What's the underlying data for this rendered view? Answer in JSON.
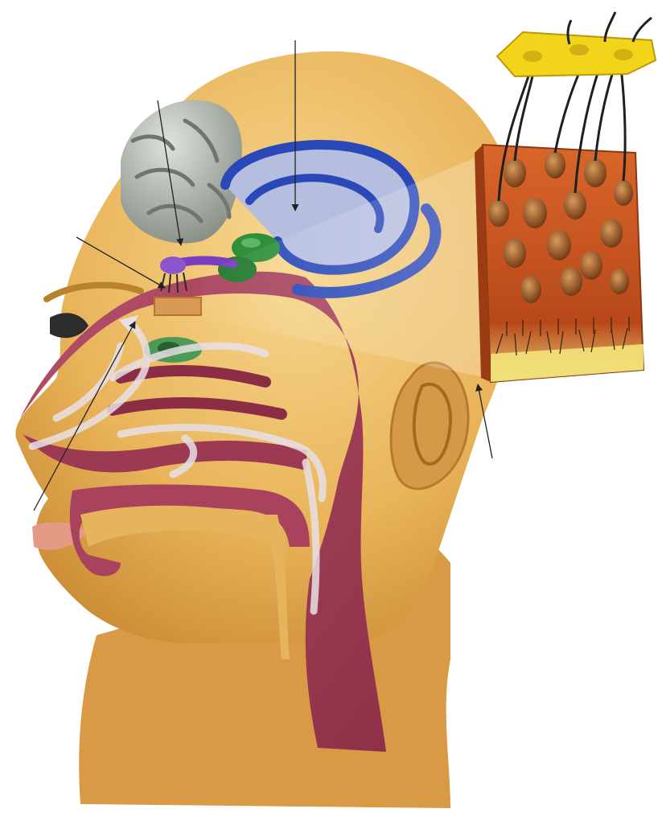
{
  "colors": {
    "background": "#ffffff",
    "skin": "#e9b45a",
    "skin_light": "#f3cf86",
    "skin_shadow": "#c98a34",
    "airway": "#a8425d",
    "airway_light": "#c46a80",
    "airflow": "#e8e0e6",
    "brain": "#9aa39a",
    "limbic": "#2a48b8",
    "limbic_fill": "#b6bee0",
    "bulb": "#7a3fc0",
    "nucleus": "#2f8f3a",
    "tissue": "#c0541c",
    "neuron": "#8a4a18",
    "bone_plate": "#f2d51a",
    "leader_line": "#222222"
  },
  "icons": [
    "olfactory-epithelium-inset",
    "cribriform-plate",
    "olfactory-bulb",
    "limbic-system",
    "cerebral-cortex",
    "nasal-cavity"
  ],
  "labels": []
}
